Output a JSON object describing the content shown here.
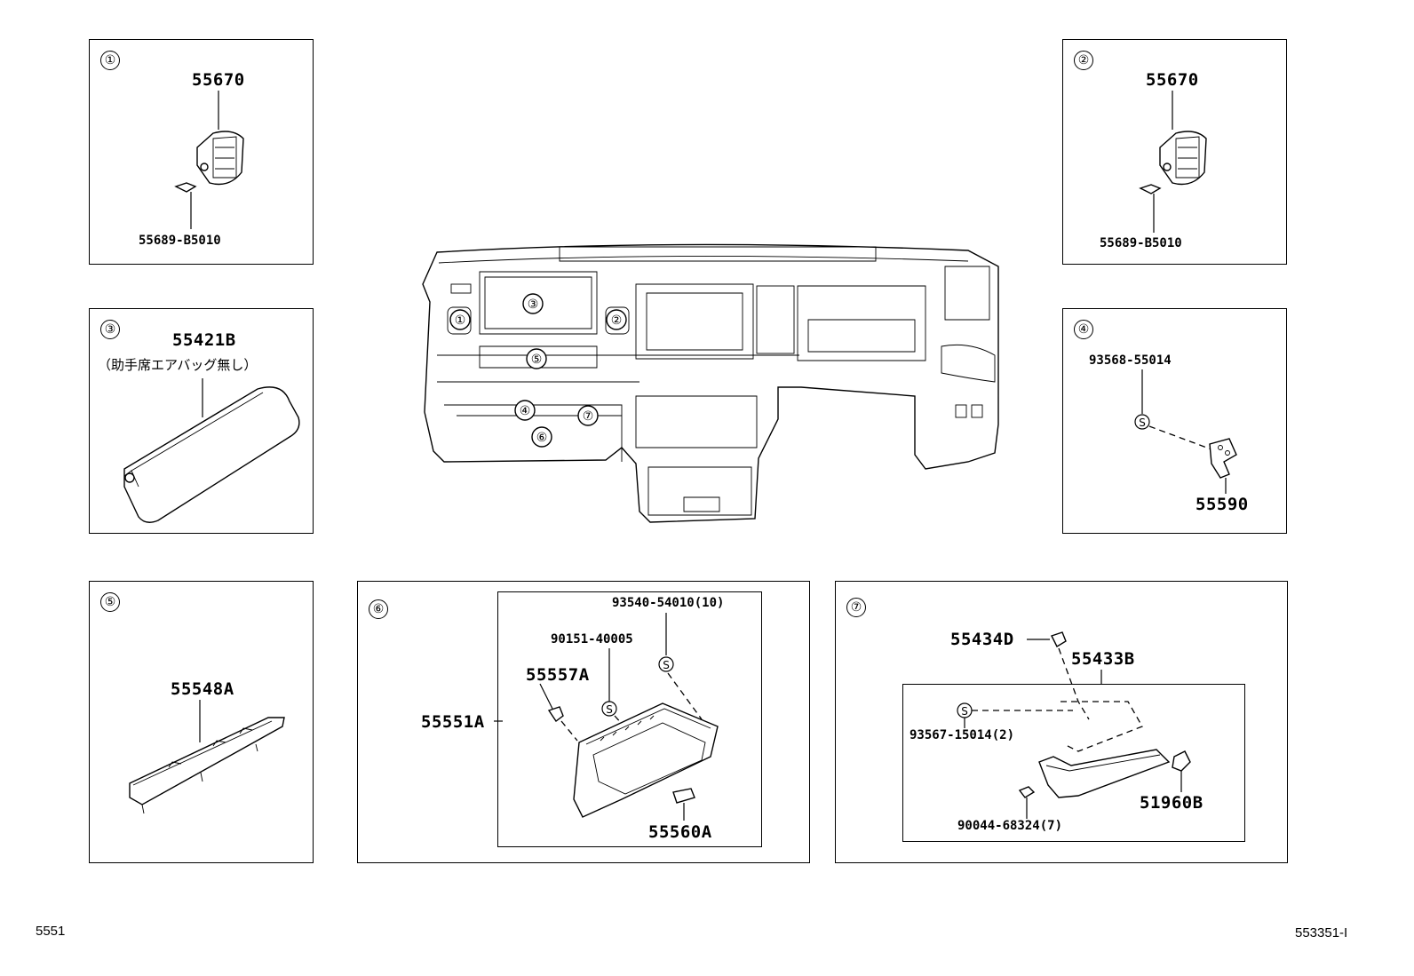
{
  "panels": {
    "p1": {
      "num": "①",
      "labels": [
        "55670",
        "55689-B5010"
      ]
    },
    "p2": {
      "num": "②",
      "labels": [
        "55670",
        "55689-B5010"
      ]
    },
    "p3": {
      "num": "③",
      "labels": [
        "55421B"
      ],
      "note": "（助手席エアバッグ無し）"
    },
    "p4": {
      "num": "④",
      "labels": [
        "93568-55014",
        "55590"
      ],
      "s": "S"
    },
    "p5": {
      "num": "⑤",
      "labels": [
        "55548A"
      ]
    },
    "p6": {
      "num": "⑥",
      "labels": [
        "93540-54010(10)",
        "90151-40005",
        "55557A",
        "55551A",
        "55560A"
      ],
      "s": "S"
    },
    "p7": {
      "num": "⑦",
      "labels": [
        "55434D",
        "55433B",
        "93567-15014(2)",
        "51960B",
        "90044-68324(7)"
      ],
      "s": "S"
    }
  },
  "dashboard": {
    "callouts": [
      "①",
      "②",
      "③",
      "④",
      "⑤",
      "⑥",
      "⑦"
    ]
  },
  "footer": {
    "left": "5551",
    "right": "553351-I"
  }
}
